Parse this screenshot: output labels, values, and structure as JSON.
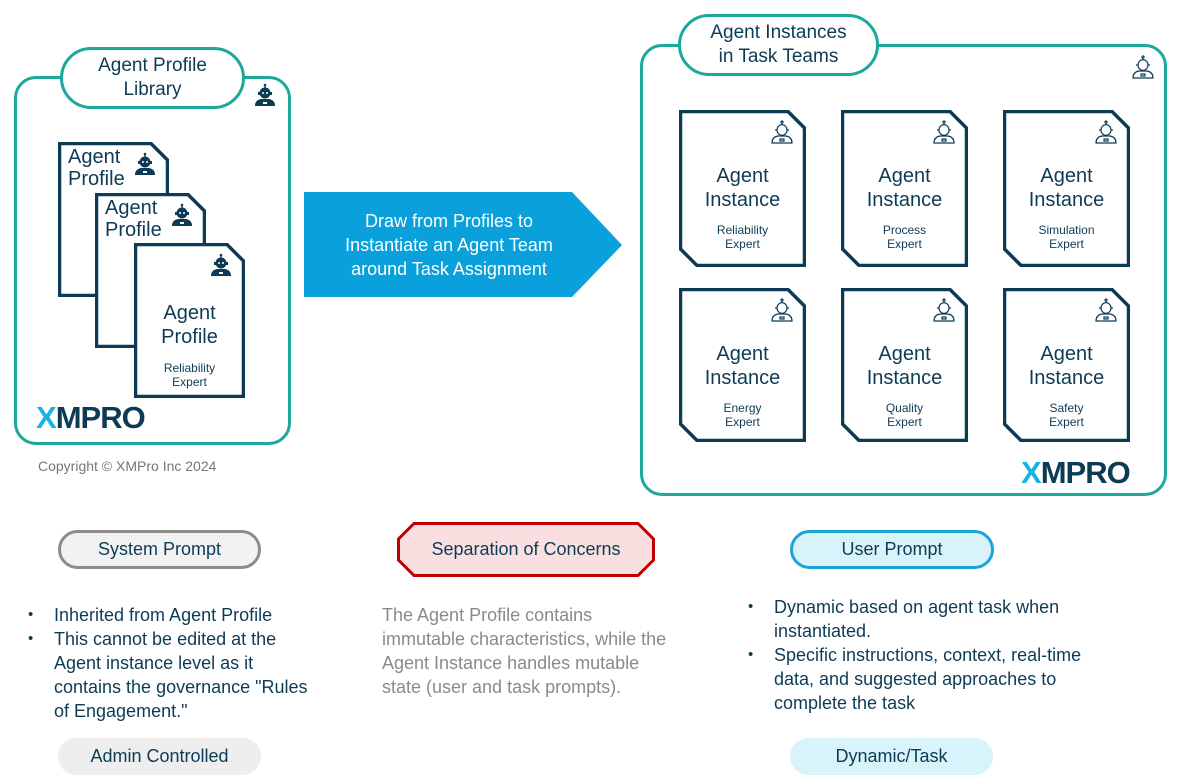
{
  "library": {
    "title": "Agent Profile\nLibrary",
    "cards": [
      {
        "title": "Agent\nProfile",
        "subtitle": ""
      },
      {
        "title": "Agent\nProfile",
        "subtitle": ""
      },
      {
        "title": "Agent\nProfile",
        "subtitle": "Reliability\nExpert"
      }
    ],
    "logo": "XMPRO",
    "copyright": "Copyright © XMPro Inc 2024"
  },
  "arrow": {
    "label": "Draw from Profiles to\nInstantiate an Agent Team\naround Task Assignment",
    "color": "#0aa0dc"
  },
  "teams": {
    "title": "Agent Instances\nin Task Teams",
    "cards": [
      {
        "title": "Agent\nInstance",
        "subtitle": "Reliability\nExpert"
      },
      {
        "title": "Agent\nInstance",
        "subtitle": "Process\nExpert"
      },
      {
        "title": "Agent\nInstance",
        "subtitle": "Simulation\nExpert"
      },
      {
        "title": "Agent\nInstance",
        "subtitle": "Energy\nExpert"
      },
      {
        "title": "Agent\nInstance",
        "subtitle": "Quality\nExpert"
      },
      {
        "title": "Agent\nInstance",
        "subtitle": "Safety\nExpert"
      }
    ],
    "logo": "XMPRO"
  },
  "system_prompt": {
    "label": "System Prompt",
    "bullets": [
      "Inherited from Agent Profile",
      "This cannot be edited at the Agent instance level as it contains the governance \"Rules of Engagement.\""
    ],
    "footer": "Admin Controlled"
  },
  "separation": {
    "label": "Separation of Concerns",
    "text": "The Agent Profile contains immutable characteristics, while the Agent Instance handles mutable state (user and task prompts)."
  },
  "user_prompt": {
    "label": "User Prompt",
    "bullets": [
      "Dynamic based on agent task when instantiated.",
      "Specific instructions, context, real-time data, and suggested approaches to complete the task"
    ],
    "footer": "Dynamic/Task"
  },
  "colors": {
    "teal": "#1aa99a",
    "navy": "#0d3b56",
    "accent": "#0aa0dc",
    "red": "#c00000"
  }
}
